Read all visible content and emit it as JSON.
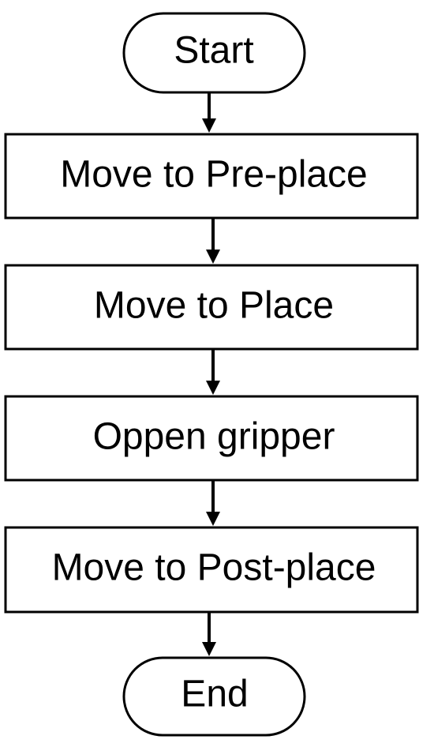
{
  "diagram": {
    "type": "flowchart",
    "nodes": [
      {
        "id": "start",
        "shape": "terminator",
        "label": "Start"
      },
      {
        "id": "preplace",
        "shape": "process",
        "label": "Move to Pre-place"
      },
      {
        "id": "place",
        "shape": "process",
        "label": "Move to Place"
      },
      {
        "id": "gripper",
        "shape": "process",
        "label": "Oppen gripper"
      },
      {
        "id": "postplace",
        "shape": "process",
        "label": "Move to Post-place"
      },
      {
        "id": "end",
        "shape": "terminator",
        "label": "End"
      }
    ],
    "edges": [
      {
        "from": "start",
        "to": "preplace"
      },
      {
        "from": "preplace",
        "to": "place"
      },
      {
        "from": "place",
        "to": "gripper"
      },
      {
        "from": "gripper",
        "to": "postplace"
      },
      {
        "from": "postplace",
        "to": "end"
      }
    ],
    "colors": {
      "stroke": "#000000",
      "fill": "#ffffff",
      "text": "#000000"
    }
  }
}
